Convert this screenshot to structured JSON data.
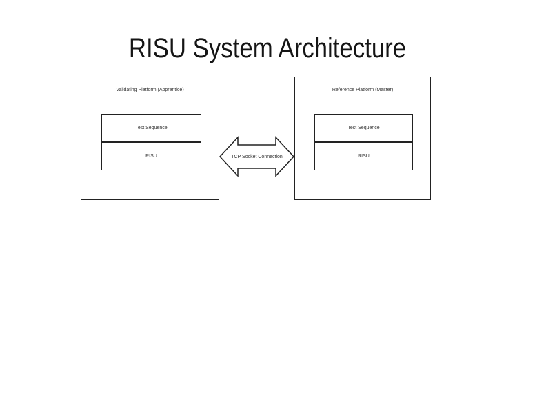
{
  "title": "RISU System Architecture",
  "diagram": {
    "left_platform": {
      "label": "Validating Platform (Apprentice)",
      "components": [
        "Test Sequence",
        "RISU"
      ]
    },
    "right_platform": {
      "label": "Reference Platform (Master)",
      "components": [
        "Test Sequence",
        "RISU"
      ]
    },
    "connection": {
      "label": "TCP Socket Connection",
      "type": "bidirectional-arrow"
    }
  },
  "colors": {
    "background": "#ffffff",
    "line": "#222222",
    "text": "#333333",
    "title_text": "#151515"
  }
}
